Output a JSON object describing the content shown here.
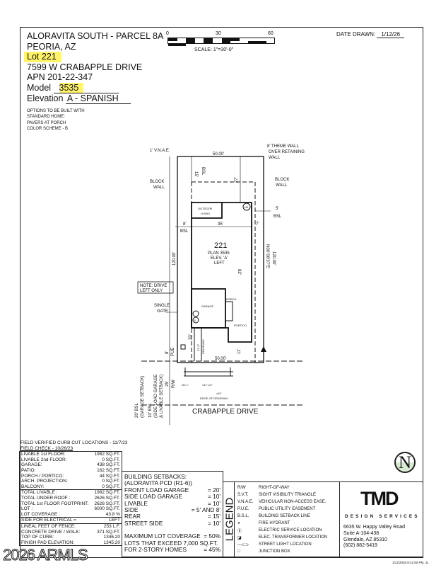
{
  "header": {
    "project": "ALORAVITA SOUTH - PARCEL 8A",
    "city": "PEORIA, AZ",
    "lot_label": "Lot",
    "lot": "221",
    "address": "7599 W CRABAPPLE DRIVE",
    "apn": "APN 201-22-347",
    "model_label": "Model",
    "model": "3535",
    "elevation_label": "Elevation",
    "elevation": "A - SPANISH"
  },
  "options": [
    "OPTIONS TO BE BUILT WITH",
    "STANDARD HOME:",
    "PAVERS AT PORCH",
    "COLOR SCHEME  -  B"
  ],
  "scale": {
    "t0": "0",
    "t30": "30",
    "t60": "60",
    "label": "SCALE: 1\"=30'-0\""
  },
  "date": {
    "label": "DATE DRAWN:",
    "value": "1/12/26"
  },
  "plan": {
    "vnae": "1' V.N.A.E.",
    "theme_wall": "8' THEME WALL",
    "theme_wall2": "OVER RETAINING",
    "theme_wall3": "WALL",
    "block_wall": "BLOCK",
    "block_wall2": "WALL",
    "width_top": "50.00'",
    "rear_setback": "15'",
    "bsl": "BSL",
    "d27": "27'",
    "side5": "5'",
    "side8": "8'",
    "w35": "35'",
    "d7": "7'",
    "outdoor": "OUTDOOR",
    "living": "LIVING",
    "hb": "HB",
    "lot": "221",
    "plan": "PLAN 3535",
    "elev": "ELEV. 'A'",
    "hand": "LEFT",
    "depth": "120.00'",
    "bearing": "N00°08'37\"E",
    "bearing2": "120.00'",
    "d82": "82'",
    "note1": "NOTE: DRIVE",
    "note2": "LEFT ONLY",
    "gate1": "SINGLE",
    "gate2": "GATE",
    "garage": "GARAGE",
    "porch": "PORCH",
    "portico": "PORTICO",
    "e": "E",
    "d20": "20'",
    "d21": "21'-0\"",
    "driveway": "DRIVEWAY",
    "pue8": "8'",
    "pue": "PUE",
    "d11": "11'",
    "width_bot": "50.00'",
    "rw25": "25'",
    "rw": "R/W",
    "d1": "±6'-1\"",
    "d2": "±17'-10\"",
    "d3": "±19'",
    "edge": "EDGE OF DRIVEWAY",
    "street": "CRABAPPLE DRIVE",
    "bsl20a": "20' BSL",
    "bsl20b": "(GARAGE SETBACK)",
    "bsl10a": "10' BSL",
    "bsl10b": "(SIDE LOAD GARAGE",
    "bsl10c": "& LIVABLE SETBACK)"
  },
  "stats": {
    "field1": "FIELD VERIFIED CURB CUT LOCATIONS - 11/7/23",
    "field2": "FIELD CHECK - 10/26/23",
    "g1": [
      [
        "LIVABLE 1st FLOOR:",
        "1982 SQ.FT."
      ],
      [
        "LIVABLE 2nd FLOOR:",
        "0 SQ.FT."
      ],
      [
        "GARAGE:",
        "438 SQ.FT."
      ],
      [
        "PATIO:",
        "162 SQ.FT."
      ],
      [
        "PORCH / PORTICO:",
        "44 SQ.FT."
      ],
      [
        "ARCH. PROJECTION:",
        "0 SQ.FT."
      ],
      [
        "BALCONY:",
        "0 SQ.FT."
      ]
    ],
    "g2": [
      [
        "TOTAL LIVABLE :",
        "1982 SQ.FT."
      ],
      [
        "TOTAL UNDER ROOF :",
        "2626 SQ.FT."
      ],
      [
        "TOTAL 1st FLOOR FOOTPRINT:",
        "2626 SQ.FT."
      ],
      [
        "LOT :",
        "6000 SQ.FT."
      ],
      [
        "LOT COVERAGE :",
        "43.8 %"
      ]
    ],
    "g3": [
      [
        "SIDE FOR ELECTRICAL =",
        "LEFT"
      ]
    ],
    "g4": [
      [
        "LINEAL FEET OF FENCE:",
        "253 L.F."
      ],
      [
        "CONCRETE DRIVE / WALK:",
        "371 SQ.FT."
      ],
      [
        "TOP OF CURB:",
        "1346.20"
      ],
      [
        "FINISH PAD ELEVATION:",
        "1345.20"
      ]
    ]
  },
  "setbacks": {
    "title": "BUILDING SETBACKS:",
    "sub": "(ALORAVITA PCD (R1-6))",
    "rows": [
      [
        "FRONT LOAD GARAGE",
        "= 20'"
      ],
      [
        "SIDE LOAD GARAGE",
        "= 10'"
      ],
      [
        "LIVABLE",
        "= 10'"
      ],
      [
        "SIDE",
        "= 5' AND 8'"
      ],
      [
        "REAR",
        "= 15'"
      ],
      [
        "STREET SIDE",
        "= 10'"
      ]
    ],
    "max": [
      "MAXIMUM LOT COVERAGE",
      "= 50%"
    ],
    "exceed": "LOTS THAT EXCEED 7,000 SQ.FT.",
    "two": [
      "FOR 2-STORY HOMES",
      "= 45%"
    ]
  },
  "legend": {
    "title": "LEGEND",
    "items": [
      [
        "R/W",
        "RIGHT-OF-WAY"
      ],
      [
        "S.V.T.",
        "SIGHT VISIBILITY TRIANGLE"
      ],
      [
        "V.N.A.E.",
        "VEHICULAR NON-ACCESS EASE."
      ],
      [
        "P.U.E.",
        "PUBLIC UTILITY EASEMENT"
      ],
      [
        "B.S.L.",
        "BUILDING SETBACK LINE"
      ],
      [
        "◕",
        "FIRE HYDRANT"
      ],
      [
        "Ⓔ",
        "ELECTRIC SERVICE LOCATION"
      ],
      [
        "◪",
        "ELEC. TRANSFORMER LOCATION"
      ],
      [
        "—⊂⊃",
        "STREET LIGHT LOCATION"
      ],
      [
        "□",
        "JUNCTION BOX"
      ]
    ]
  },
  "company": {
    "logo": "TMD",
    "tagline": "DESIGN SERVICES",
    "addr1": "6635 W. Happy Valley Road",
    "addr2": "Suite A-104-438",
    "addr3": "Glendale, AZ 85310",
    "phone": "(602) 882-5419",
    "north": "N"
  },
  "stamp": "1/12/2026 8:42:50 PM, JL",
  "watermark": "2026 ARMLS"
}
